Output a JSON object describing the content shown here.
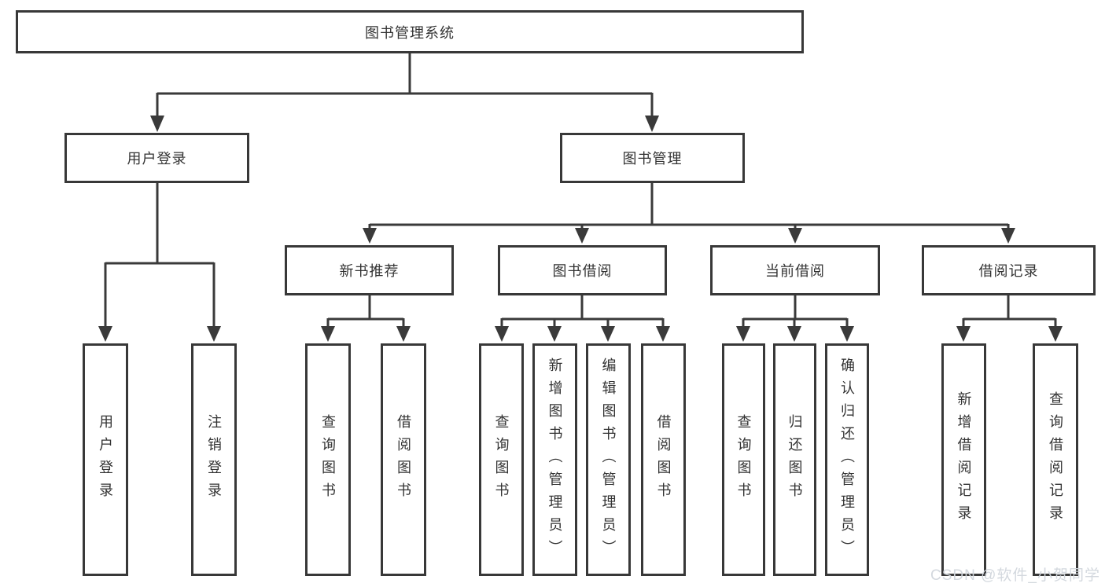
{
  "title": "图书管理系统",
  "tree": {
    "label": "图书管理系统",
    "children": [
      {
        "label": "用户登录",
        "children": [
          {
            "label": "用户登录"
          },
          {
            "label": "注销登录"
          }
        ]
      },
      {
        "label": "图书管理",
        "children": [
          {
            "label": "新书推荐",
            "children": [
              {
                "label": "查询图书"
              },
              {
                "label": "借阅图书"
              }
            ]
          },
          {
            "label": "图书借阅",
            "children": [
              {
                "label": "查询图书"
              },
              {
                "label": "新增图书（管理员）"
              },
              {
                "label": "编辑图书（管理员）"
              },
              {
                "label": "借阅图书"
              }
            ]
          },
          {
            "label": "当前借阅",
            "children": [
              {
                "label": "查询图书"
              },
              {
                "label": "归还图书"
              },
              {
                "label": "确认归还（管理员）"
              }
            ]
          },
          {
            "label": "借阅记录",
            "children": [
              {
                "label": "新增借阅记录"
              },
              {
                "label": "查询借阅记录"
              }
            ]
          }
        ]
      }
    ]
  },
  "watermark": "CSDN @软件_小贺同学",
  "colors": {
    "line": "#3a3a3a",
    "text": "#333333",
    "background": "#ffffff",
    "watermark": "#d1d6dc"
  }
}
